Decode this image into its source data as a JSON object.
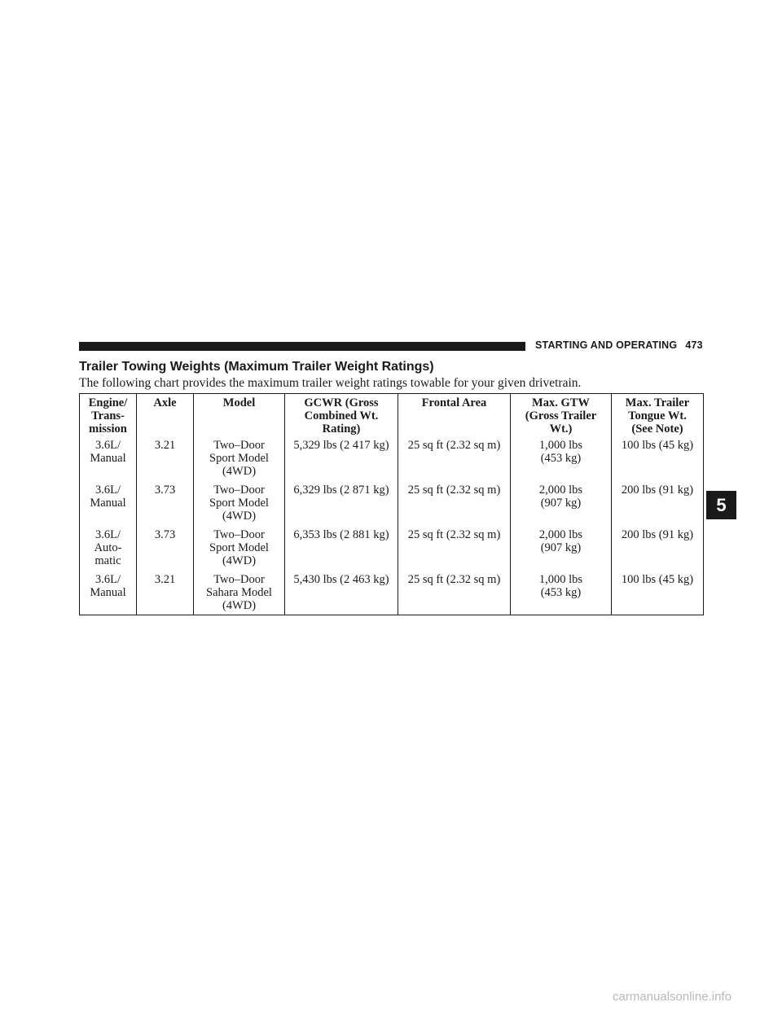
{
  "header": {
    "section": "STARTING AND OPERATING",
    "page_number": "473"
  },
  "title": "Trailer Towing Weights (Maximum Trailer Weight Ratings)",
  "intro": "The following chart provides the maximum trailer weight ratings towable for your given drivetrain.",
  "table": {
    "headers": [
      "Engine/\nTrans-\nmission",
      "Axle",
      "Model",
      "GCWR (Gross\nCombined Wt.\nRating)",
      "Frontal Area",
      "Max. GTW\n(Gross Trailer\nWt.)",
      "Max. Trailer\nTongue Wt.\n(See Note)"
    ],
    "rows": [
      [
        "3.6L/\nManual",
        "3.21",
        "Two–Door\nSport Model\n(4WD)",
        "5,329 lbs (2 417 kg)",
        "25 sq ft (2.32 sq m)",
        "1,000 lbs\n(453 kg)",
        "100 lbs (45 kg)"
      ],
      [
        "3.6L/\nManual",
        "3.73",
        "Two–Door\nSport Model\n(4WD)",
        "6,329 lbs (2 871 kg)",
        "25 sq ft (2.32 sq m)",
        "2,000 lbs\n(907 kg)",
        "200 lbs (91 kg)"
      ],
      [
        "3.6L/\nAuto-\nmatic",
        "3.73",
        "Two–Door\nSport Model\n(4WD)",
        "6,353 lbs (2 881 kg)",
        "25 sq ft (2.32 sq m)",
        "2,000 lbs\n(907 kg)",
        "200 lbs (91 kg)"
      ],
      [
        "3.6L/\nManual",
        "3.21",
        "Two–Door\nSahara Model\n(4WD)",
        "5,430 lbs (2 463 kg)",
        "25 sq ft (2.32 sq m)",
        "1,000 lbs\n(453 kg)",
        "100 lbs (45 kg)"
      ]
    ]
  },
  "chapter_tab": "5",
  "watermark": "carmanualsonline.info"
}
